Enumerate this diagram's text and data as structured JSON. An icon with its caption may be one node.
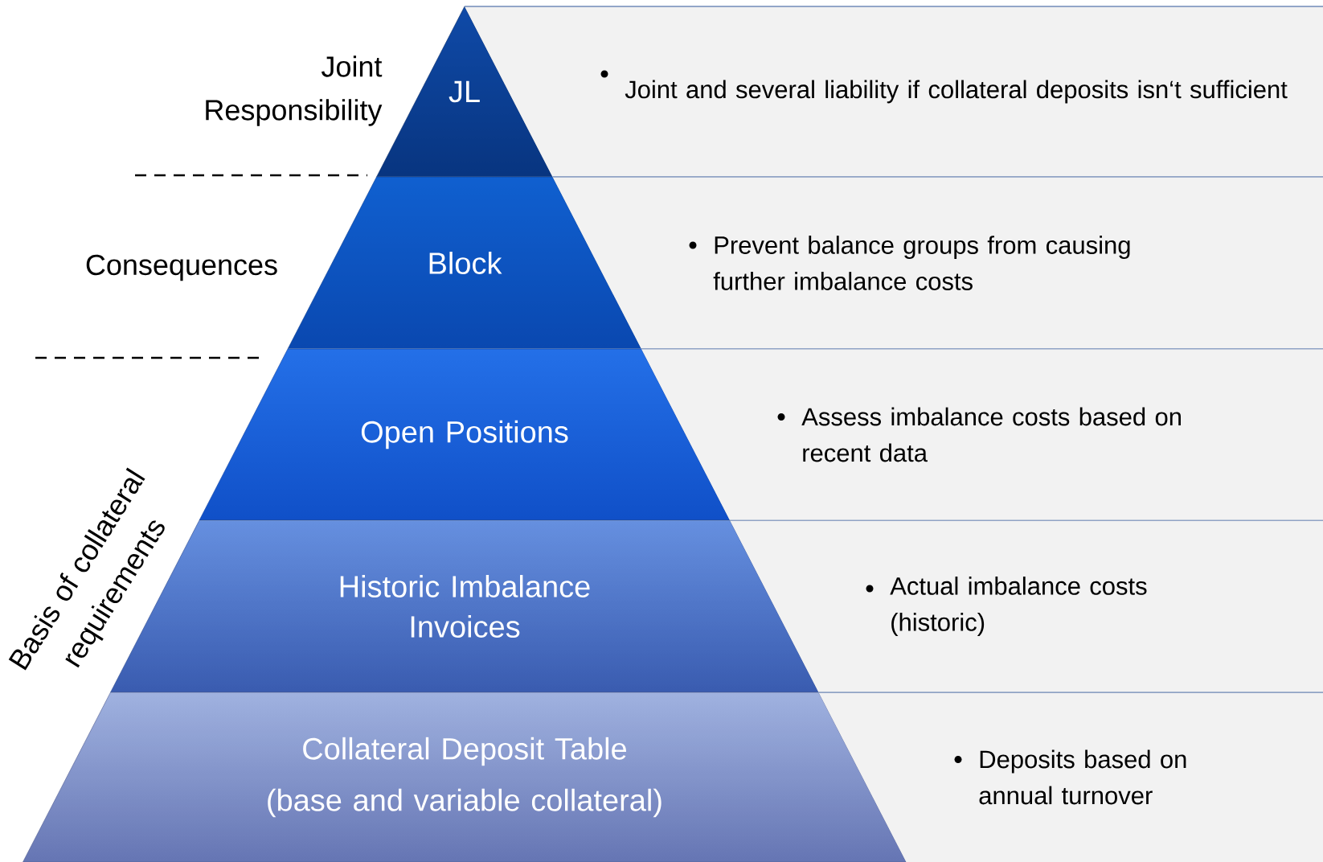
{
  "diagram": {
    "nodes": [
      {
        "text": [
          "JL"
        ]
      },
      {
        "text": [
          "Block"
        ]
      },
      {
        "text": [
          "Open Positions"
        ]
      },
      {
        "text": [
          "Historic Imbalance Invoices"
        ]
      },
      {
        "text": [
          "Collateral Deposit Table",
          "(base and variable collateral)"
        ]
      },
      {
        "text": [
          "Joint and several liability if collateral deposits isn‘t sufficient"
        ]
      },
      {
        "text": [
          "Prevent balance groups from causing further imbalance costs"
        ]
      },
      {
        "text": [
          "Assess imbalance costs based on recent data"
        ]
      },
      {
        "text": [
          "Actual imbalance costs (historic)"
        ]
      },
      {
        "text": [
          "Deposits based on annual turnover"
        ]
      }
    ],
    "labels": [
      "Joint Responsibility",
      "Consequences",
      "Basis of collateral requirements"
    ]
  }
}
